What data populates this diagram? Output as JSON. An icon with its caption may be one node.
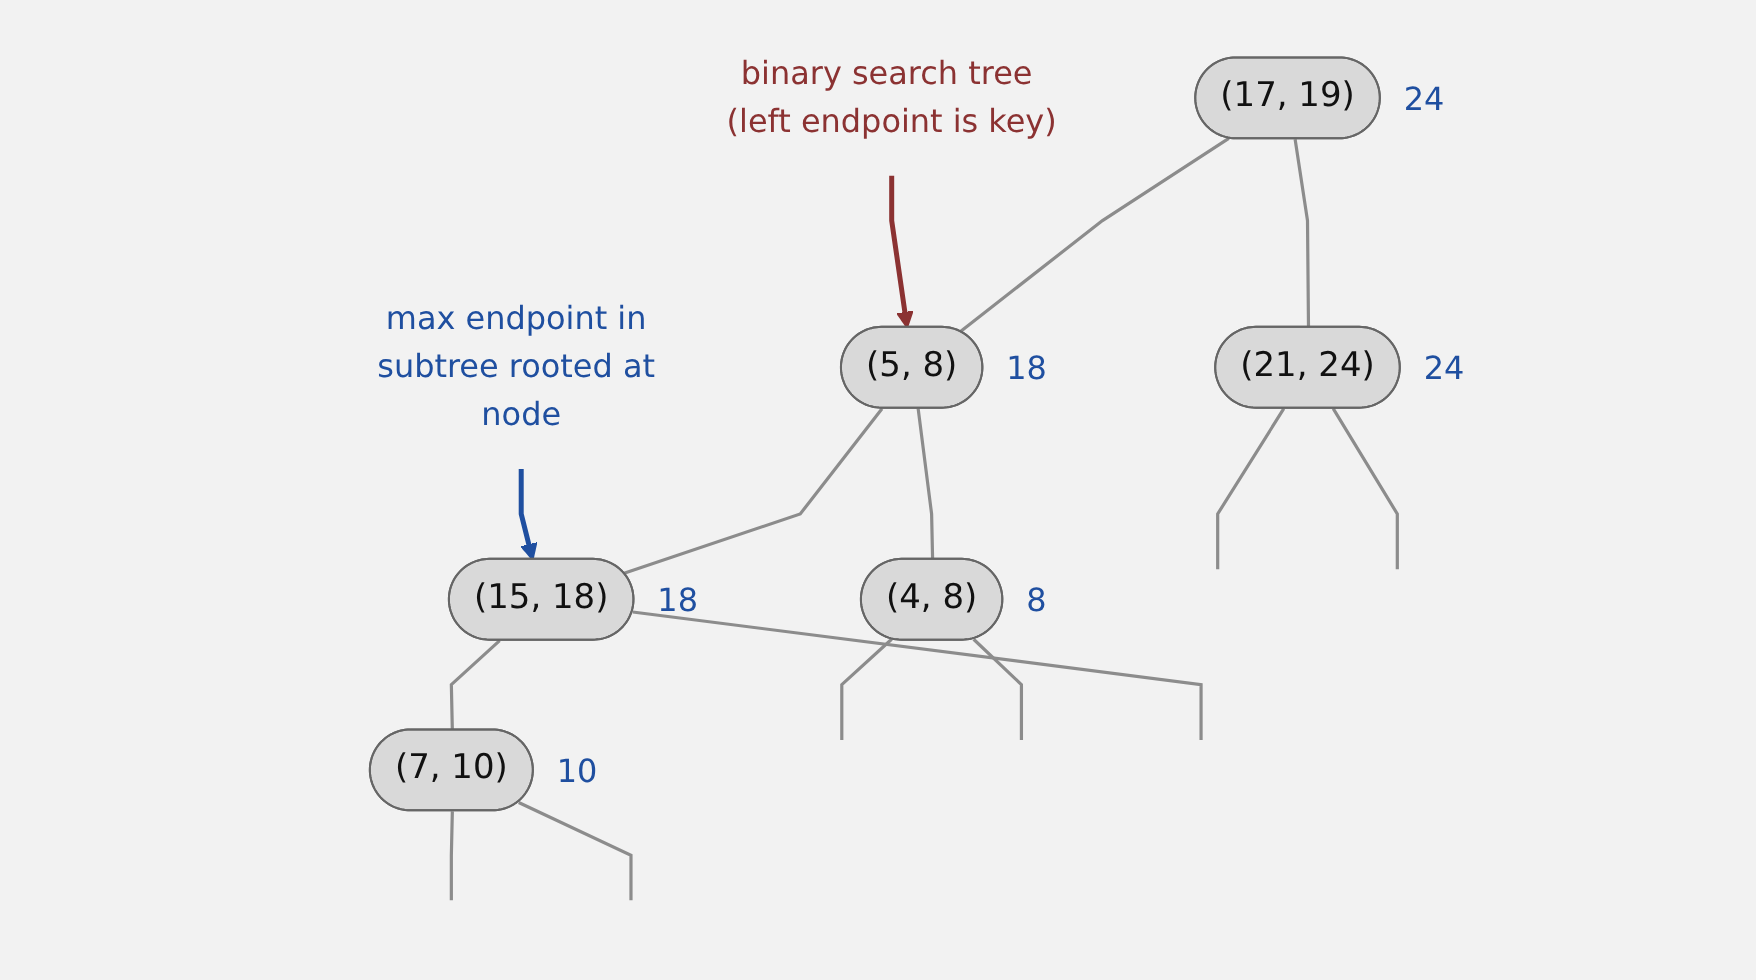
{
  "diagram": {
    "nodes": [
      {
        "text": [
          "(17, 19)"
        ],
        "beside": [
          "24"
        ]
      },
      {
        "text": [
          "binary search tree (left endpoint is key)"
        ]
      },
      {
        "text": [
          "(5, 8)"
        ],
        "beside": [
          "18"
        ]
      },
      {
        "text": [
          "(21, 24)"
        ],
        "beside": [
          "24"
        ]
      },
      {
        "text": [
          "(4, 8)"
        ],
        "beside": [
          "8"
        ]
      },
      {
        "text": [
          "(15, 18)"
        ],
        "beside": [
          "18"
        ]
      },
      {
        "text": [
          "max endpoint in subtree rooted at node"
        ]
      },
      {
        "text": [
          "(7, 10)"
        ],
        "beside": [
          "10"
        ]
      }
    ],
    "edges": [
      {
        "from": 0,
        "to": 2,
        "arrow": "none"
      },
      {
        "from": 0,
        "to": 3,
        "arrow": "none"
      },
      {
        "from": 1,
        "to": 2,
        "arrow": "to",
        "color": "#8b3232"
      },
      {
        "from": 2,
        "to": 4,
        "arrow": "none"
      },
      {
        "from": 2,
        "to": 5,
        "arrow": "none"
      },
      {
        "from": 3,
        "to": null,
        "arrow": "none"
      },
      {
        "from": 3,
        "to": null,
        "arrow": "none"
      },
      {
        "from": 4,
        "to": null,
        "arrow": "none"
      },
      {
        "from": 4,
        "to": null,
        "arrow": "none"
      },
      {
        "from": 6,
        "to": 5,
        "arrow": "to",
        "color": "#1f4fa0"
      },
      {
        "from": 5,
        "to": 7,
        "arrow": "none"
      },
      {
        "from": 5,
        "to": null,
        "arrow": "none"
      },
      {
        "from": 7,
        "to": null,
        "arrow": "none"
      },
      {
        "from": 7,
        "to": null,
        "arrow": "none"
      }
    ]
  }
}
